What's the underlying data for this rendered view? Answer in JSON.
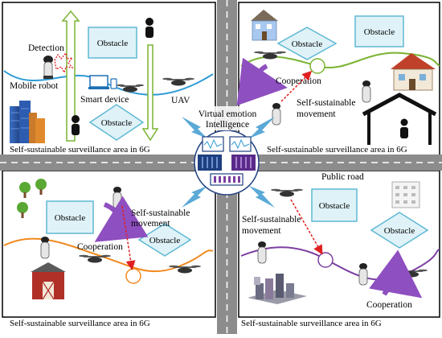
{
  "diagram": {
    "quadrant_top_left": {
      "obstacle_a": "Obstacle",
      "obstacle_b": "Obstacle",
      "detection": "Detection",
      "mobile_robot": "Mobile robot",
      "smart_device": "Smart device",
      "uav": "UAV",
      "caption": "Self-sustainable surveillance area in 6G"
    },
    "quadrant_top_right": {
      "obstacle_a": "Obstacle",
      "obstacle_b": "Obstacle",
      "cooperation": "Cooperation",
      "movement_line1": "Self-sustainable",
      "movement_line2": "movement",
      "caption": "Self-sustainable surveillance area in 6G"
    },
    "quadrant_bottom_left": {
      "obstacle_a": "Obstacle",
      "obstacle_b": "Obstacle",
      "movement_line1": "Self-sustainable",
      "movement_line2": "movement",
      "cooperation": "Cooperation",
      "caption": "Self-sustainable surveillance area in 6G"
    },
    "quadrant_bottom_right": {
      "obstacle_a": "Obstacle",
      "obstacle_b": "Obstacle",
      "movement_line1": "Self-sustainable",
      "movement_line2": "movement",
      "cooperation": "Cooperation",
      "caption": "Self-sustainable surveillance area in 6G"
    },
    "center": {
      "line1": "Virtual emotion",
      "line2": "Intelligence"
    },
    "public_road": "Public road",
    "colors": {
      "wave_blue": "#2e9bd6",
      "wave_green": "#7ab332",
      "wave_orange": "#f08a1e",
      "wave_purple": "#7b3fa0",
      "obstacle_fill": "#dff2f8",
      "obstacle_border": "#5fb8d4",
      "arrow_blue": "#5aa9d6",
      "road": "#8c8c8c",
      "cooperation_arrow": "#8e4fc0",
      "movement_arrow": "#e02020"
    }
  }
}
